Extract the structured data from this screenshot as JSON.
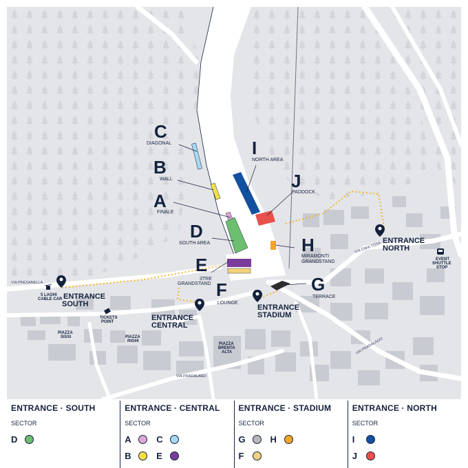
{
  "map": {
    "sectors": [
      {
        "code": "C",
        "label": "DIAGONAL"
      },
      {
        "code": "B",
        "label": "WALL"
      },
      {
        "code": "A",
        "label": "FINALE"
      },
      {
        "code": "D",
        "label": "SOUTH AREA"
      },
      {
        "code": "E",
        "label": "3TRE GRANDSTAND"
      },
      {
        "code": "F",
        "label": "LOUNGE"
      },
      {
        "code": "I",
        "label": "NORTH AREA"
      },
      {
        "code": "J",
        "label": "PADDOCK"
      },
      {
        "code": "H",
        "label": "MIRAMONTI GRANDSTAND"
      },
      {
        "code": "G",
        "label": "TERRACE"
      }
    ],
    "entrances": {
      "south": [
        "ENTRANCE",
        "SOUTH"
      ],
      "central": [
        "ENTRANCE",
        "CENTRAL"
      ],
      "stadium": [
        "ENTRANCE",
        "STADIUM"
      ],
      "north": [
        "ENTRANCE",
        "NORTH"
      ]
    },
    "places": {
      "cable_car": [
        "5 LAGHI",
        "CABLE CAR"
      ],
      "tickets": [
        "TICKETS",
        "POINT"
      ],
      "piazza_sissi": [
        "PIAZZA",
        "SISSI"
      ],
      "piazza_righi": [
        "PIAZZA",
        "RIGHI"
      ],
      "piazza_brenta": [
        "PIAZZA",
        "BRENTA",
        "ALTA"
      ],
      "shuttle": [
        "EVENT",
        "SHUTTLE",
        "STOP"
      ]
    },
    "streets": {
      "presanella": "VIA PRESANELLA",
      "cima_tosa": "VIA CIMA TOSA",
      "pradalago_east": "VIA PRADALAGO",
      "pradalago_south": "VIA PRADALAGO"
    },
    "colors": {
      "A": "#e0a8d8",
      "B": "#f3e047",
      "C": "#a8d8f2",
      "D": "#6cbf6e",
      "E": "#7a3c9a",
      "F": "#f4d27a",
      "G": "#9a9a9a",
      "H": "#f5a623",
      "I": "#1450a0",
      "J": "#e8504a",
      "background": "#e4e5e9",
      "block": "#c9cbd2",
      "road": "#ffffff",
      "path": "#f2b22e",
      "ink": "#14213d"
    }
  },
  "legend": [
    {
      "title": "ENTRANCE · SOUTH",
      "sector_label": "SECTOR",
      "rows": [
        [
          {
            "code": "D",
            "color": "#6cbf6e"
          }
        ]
      ]
    },
    {
      "title": "ENTRANCE · CENTRAL",
      "sector_label": "SECTOR",
      "rows": [
        [
          {
            "code": "A",
            "color": "#e0a8d8"
          },
          {
            "code": "C",
            "color": "#a8d8f2"
          }
        ],
        [
          {
            "code": "B",
            "color": "#f3e047"
          },
          {
            "code": "E",
            "color": "#7a3c9a"
          }
        ]
      ]
    },
    {
      "title": "ENTRANCE · STADIUM",
      "sector_label": "SECTOR",
      "rows": [
        [
          {
            "code": "G",
            "color": "#b8b8b8"
          },
          {
            "code": "H",
            "color": "#f5a623"
          }
        ],
        [
          {
            "code": "F",
            "color": "#f4d27a"
          }
        ]
      ]
    },
    {
      "title": "ENTRANCE · NORTH",
      "sector_label": "SECTOR",
      "rows": [
        [
          {
            "code": "I",
            "color": "#1450a0"
          }
        ],
        [
          {
            "code": "J",
            "color": "#e8504a"
          }
        ]
      ]
    }
  ]
}
